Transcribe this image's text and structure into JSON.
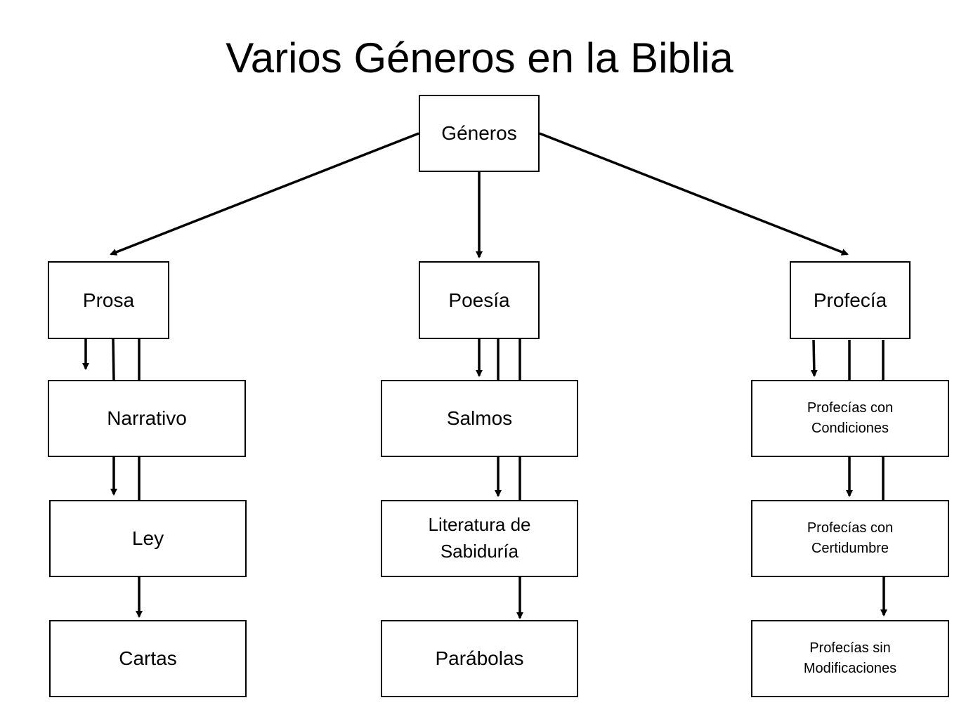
{
  "title": "Varios Géneros en la Biblia",
  "nodes": {
    "root": "Géneros",
    "prosa": "Prosa",
    "poesia": "Poesía",
    "profecia": "Profecía",
    "narrativo": "Narrativo",
    "ley": "Ley",
    "cartas": "Cartas",
    "salmos": "Salmos",
    "literatura": "Literatura de\nSabiduría",
    "parabolas": "Parábolas",
    "prof_condiciones": "Profecías con\nCondiciones",
    "prof_certidumbre": "Profecías con\nCertidumbre",
    "prof_sin_mod": "Profecías sin\nModificaciones"
  },
  "edges": [
    {
      "from": "Géneros",
      "to": "Prosa"
    },
    {
      "from": "Géneros",
      "to": "Poesía"
    },
    {
      "from": "Géneros",
      "to": "Profecía"
    },
    {
      "from": "Prosa",
      "to": "Narrativo"
    },
    {
      "from": "Prosa",
      "to": "Ley"
    },
    {
      "from": "Prosa",
      "to": "Cartas"
    },
    {
      "from": "Poesía",
      "to": "Salmos"
    },
    {
      "from": "Poesía",
      "to": "Literatura de Sabiduría"
    },
    {
      "from": "Poesía",
      "to": "Parábolas"
    },
    {
      "from": "Profecía",
      "to": "Profecías con Condiciones"
    },
    {
      "from": "Profecía",
      "to": "Profecías con Certidumbre"
    },
    {
      "from": "Profecía",
      "to": "Profecías sin Modificaciones"
    }
  ]
}
